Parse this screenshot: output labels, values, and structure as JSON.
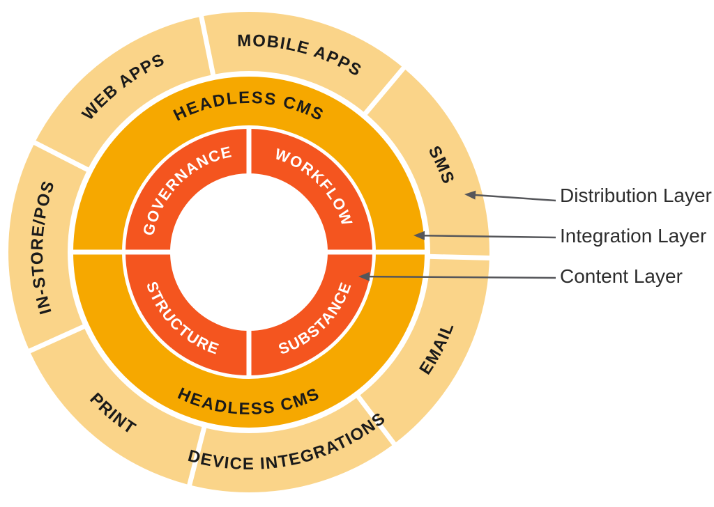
{
  "layers": {
    "distribution": {
      "name": "Distribution Layer",
      "color": "#FAD489",
      "segments": [
        "MOBILE APPS",
        "SMS",
        "EMAIL",
        "DEVICE INTEGRATIONS",
        "PRINT",
        "IN-STORE/POS",
        "WEB APPS"
      ]
    },
    "integration": {
      "name": "Integration Layer",
      "color": "#F6A800",
      "segments": [
        "HEADLESS CMS",
        "HEADLESS CMS"
      ]
    },
    "content": {
      "name": "Content Layer",
      "color": "#F4551F",
      "segments": [
        "GOVERNANCE",
        "WORKFLOW",
        "SUBSTANCE",
        "STRUCTURE"
      ]
    }
  },
  "legend": {
    "items": [
      {
        "label": "Distribution Layer"
      },
      {
        "label": "Integration Layer"
      },
      {
        "label": "Content Layer"
      }
    ],
    "arrow_color": "#55565A",
    "text_color": "#2D2D2D"
  },
  "text_colors": {
    "ring_labels": "#1A1A1A",
    "content_ring_labels": "#FFFFFF"
  }
}
